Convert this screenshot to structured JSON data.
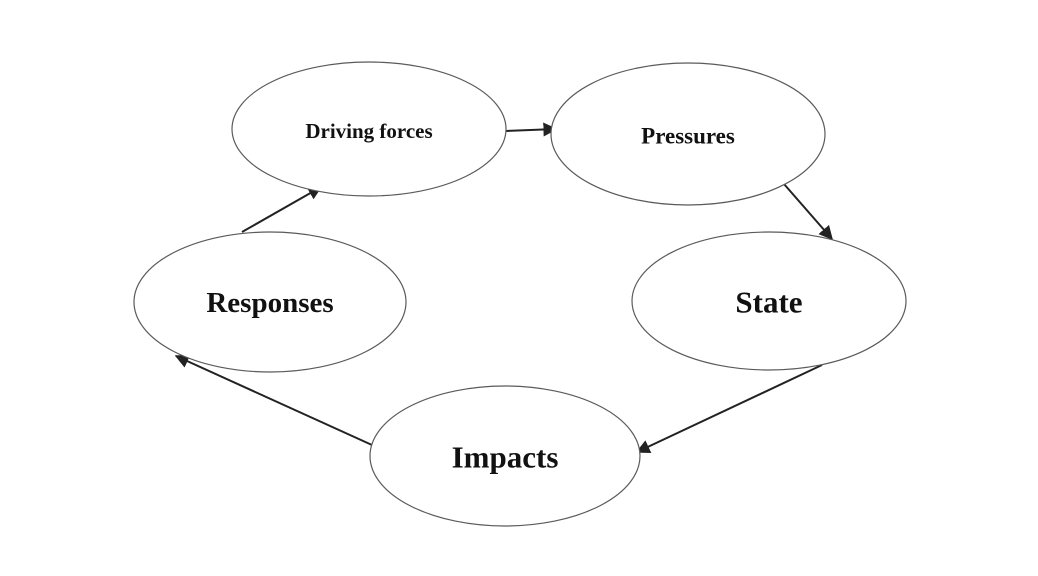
{
  "diagram": {
    "nodes": {
      "driving_forces": "Driving forces",
      "pressures": "Pressures",
      "state": "State",
      "impacts": "Impacts",
      "responses": "Responses"
    },
    "colors": {
      "outline": "#5a5a5a",
      "arrow": "#222222",
      "text": "#111111",
      "background": "#ffffff"
    }
  }
}
